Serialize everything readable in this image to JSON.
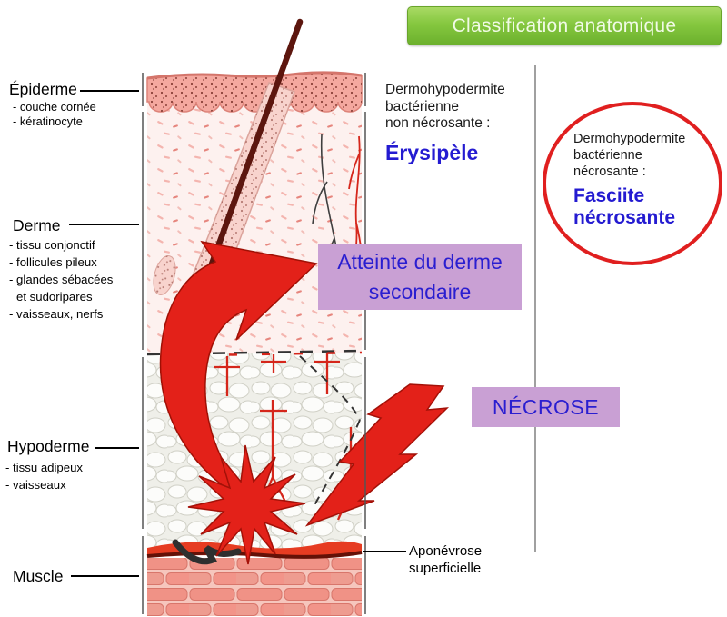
{
  "banner": {
    "label": "Classification anatomique"
  },
  "layer_labels": {
    "epiderme": {
      "name": "Épiderme",
      "items": [
        "- couche cornée",
        "- kératinocyte"
      ]
    },
    "derme": {
      "name": "Derme",
      "items": [
        "- tissu conjonctif",
        "- follicules pileux",
        "- glandes sébacées",
        "et sudoripares",
        "- vaisseaux, nerfs"
      ]
    },
    "hypoderme": {
      "name": "Hypoderme",
      "items": [
        "- tissu adipeux",
        "- vaisseaux"
      ]
    },
    "muscle": {
      "name": "Muscle"
    }
  },
  "annotations": {
    "non_necrosante": {
      "line1": "Dermohypodermite",
      "line2": "bactérienne",
      "line3": "non nécrosante :",
      "disease": "Érysipèle"
    },
    "necrosante": {
      "line1": "Dermohypodermite",
      "line2": "bactérienne",
      "line3": "nécrosante :",
      "disease_line1": "Fasciite",
      "disease_line2": "nécrosante"
    },
    "atteinte_line1": "Atteinte du derme",
    "atteinte_line2": "secondaire",
    "necrose": "NÉCROSE",
    "aponevrose_line1": "Aponévrose",
    "aponevrose_line2": "superficielle"
  },
  "colors": {
    "banner_green": "#7dc242",
    "highlight_purple": "#c9a0d4",
    "text_blue": "#241bd1",
    "alert_red": "#e32119"
  }
}
